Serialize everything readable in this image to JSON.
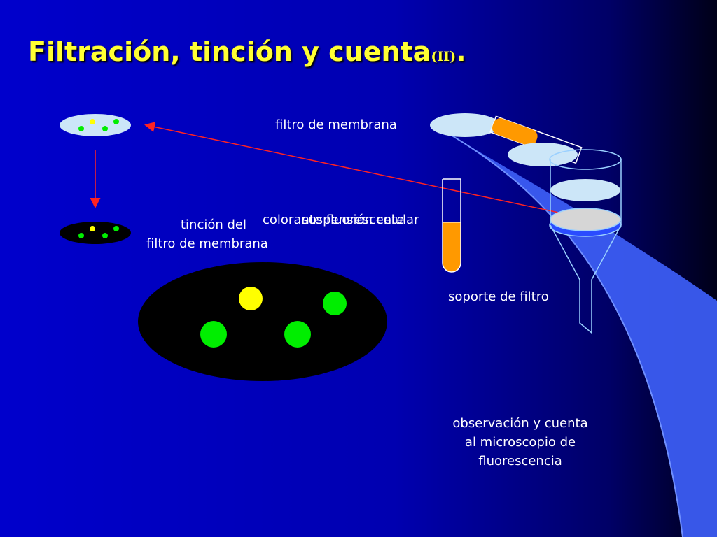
{
  "title": {
    "main": "Filtración, tinción y cuenta",
    "sub": "(II)",
    "end": "."
  },
  "labels": {
    "membrane_filter": "filtro de membrana",
    "cell_suspension": "suspensión celular",
    "fluorescent_dye": "colorante fluorescente",
    "staining_line1": "tinción del",
    "staining_line2": "filtro de membrana",
    "filter_holder": "soporte de filtro",
    "observation_line1": "observación y cuenta",
    "observation_line2": "al microscopio de",
    "observation_line3": "fluorescencia"
  },
  "colors": {
    "background": "#0000c8",
    "title": "#ffff33",
    "cell_green": "#00ee00",
    "cell_yellow": "#ffff00",
    "filter_disk": "#cce6f8",
    "tube_fill": "#ff9900",
    "arrow": "#ff2222"
  }
}
